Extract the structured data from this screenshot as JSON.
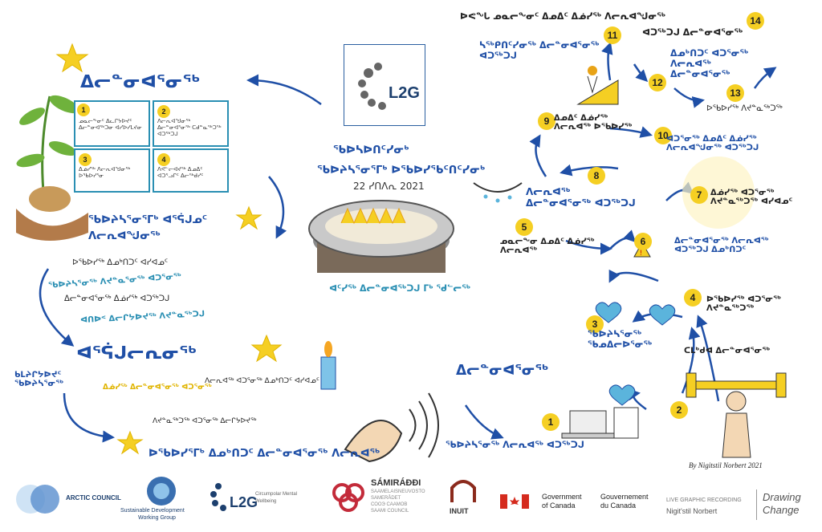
{
  "colors": {
    "blue": "#1f4fa6",
    "teal": "#2a8fb3",
    "yellow": "#f5cf23",
    "heart": "#5bb4dc",
    "arrow": "#1f4fa6"
  },
  "center": {
    "title_line1": "ᖃᐅᓴᐅᑎᑦᓯᓂᒃ",
    "title_line2": "ᖃᐅᔨᓴᕐᓂᕐᒥᒃ ᐅᖃᐅᓯᖃᑦᑎᑦᓯᓂᒃ",
    "date": "22 ᓯᑎᐱᕆ 2021",
    "caption": "ᐊᑦᓯᖅ ᐃᓕᓐᓂᐊᖅᑐᒍ ᒥᒃ ᖁᓪᓕᖅ"
  },
  "logo_l2g": "L2G",
  "left": {
    "heading": "ᐃᓕᓐᓂᐊᕐᓂᖅ",
    "box1_text": "ᓄᓇᓕᖕᓂᑦ ᐃᓚᒋᔭᐅᔪᑦ ᐃᓕᓐᓂᐊᖅᑐᓂ ᐊᓯᐅᓯᒪᔪᓂ",
    "box2_text": "ᐱᓕᕆᐊᖑᓂᖅ ᐃᓕᓐᓂᐊᕐᓂᖅ ᑕᑯᓐᓇᖅᑐᖅ ᐊᑐᖅᑐᒍ",
    "box3_text": "ᐃᓅᓯᖅ ᐱᓕᕆᐊᖑᓂᖅ ᐅᖃᐅᓯᕐᓂ",
    "box4_text": "ᐱᕙᓪᓕᐊᔪᖅ ᐃᓄᐃᑦ ᐊᑐᕐᓗᒋᑦ ᐃᓕᖅᑯᓯᑦ",
    "sub_heading": "ᖃᐅᔨᓴᕐᓂᕐᒥᒃ ᐊᕐᕌᒍᓄᑦ ᐱᓕᕆᐊᖑᓂᖅ",
    "flow_line1": "ᐅᖃᐅᓯᖅ ᐃᓄᒃᑎᑐᑦ ᐊᓯᐊᓄᑦ",
    "flow_line2": "ᖃᐅᔨᓴᕐᓂᖅ ᐱᔪᓐᓇᕐᓂᖅ ᐊᑐᕐᓂᖅ",
    "flow_line3": "ᐃᓕᓐᓂᐊᕐᓂᖅ ᐃᓅᓯᖅ ᐊᑐᖅᑐᒍ",
    "flow_line4": "ᐊᑎᐅᑉ ᐃᓕᒋᔭᐅᔪᖅ ᐱᔪᓐᓇᖅᑐᒍ",
    "heading2": "ᐊᕐᕌᒍᓕᕆᓂᖅ",
    "left_note": "ᑲᒪᔨᒋᔭᐅᔪᑦ ᖃᐅᔨᓴᕐᓂᖅ",
    "yellow_line": "ᐃᓅᓯᖅ ᐃᓕᓐᓂᐊᕐᓂᖅ ᐊᑐᕐᓂᖅ",
    "mid_note": "ᐱᓕᕆᐊᖅ ᐊᑐᕐᓂᖅ ᐃᓄᒃᑎᑐᑦ ᐊᓯᐊᓄᑦ",
    "bottom_line": "ᐅᖃᐅᓯᕐᒥᒃ ᐃᓄᒃᑎᑐᑦ ᐃᓕᓐᓂᐊᕐᓂᖅ ᐱᓕᕆᐊᖅ",
    "dark_note": "ᐱᔪᓐᓇᖅᑐᖅ ᐊᑐᕐᓂᖅ ᐃᓕᒋᔭᐅᔪᖅ"
  },
  "right": {
    "top_line": "ᐅᕙᖓ ᓄᓇᓕᖕᓂᑦ ᐃᓄᐃᑦ ᐃᓅᓯᖅ ᐱᓕᕆᐊᖑᓂᖅ",
    "top_line2": "ᐊᑐᖅᑐᒍ ᐃᓕᓐᓂᐊᕐᓂᖅ",
    "n11_text": "ᓴᖅᑭᑎᑦᓯᓂᖅ ᐃᓕᓐᓂᐊᕐᓂᖅ ᐊᑐᖅᑐᒍ",
    "n12_text": "ᐃᓄᒃᑎᑐᑦ ᐊᑐᕐᓂᖅ ᐱᓕᕆᐊᖅ ᐃᓕᓐᓂᐊᕐᓂᖅ",
    "n13_text": "ᐅᖃᐅᓯᖅ ᐱᔪᓐᓇᖅᑐᖅ",
    "n9_text": "ᐃᓄᐃᑦ ᐃᓅᓯᖅ ᐱᓕᕆᐊᖅ ᐅᖃᐅᓯᖅ",
    "n10_text": "ᐊᑐᕐᓂᖅ ᐃᓄᐃᑦ ᐃᓅᓯᖅ ᐱᓕᕆᐊᖑᓂᖅ ᐊᑐᖅᑐᒍ",
    "n8_text": "ᐱᓕᕆᐊᖅ ᐃᓕᓐᓂᐊᕐᓂᖅ ᐊᑐᖅᑐᒍ",
    "n7_text": "ᐃᓅᓯᖅ ᐊᑐᕐᓂᖅ ᐱᔪᓐᓇᖅᑐᖅ ᐊᓯᐊᓄᑦ",
    "n5_text": "ᓄᓇᓕᖕᓂ ᐃᓄᐃᑦ ᐃᓅᓯᖅ ᐱᓕᕆᐊᖅ",
    "n6_text": "ᐃᓕᓐᓂᐊᕐᓂᖅ ᐱᓕᕆᐊᖅ ᐊᑐᖅᑐᒍ ᐃᓄᒃᑎᑐᑦ",
    "n4_text": "ᐅᖃᐅᓯᖅ ᐊᑐᕐᓂᖅ ᐱᔪᓐᓇᖅᑐᖅ",
    "n3_text": "ᖃᐅᔨᓴᕐᓂᖅ ᖃᓄᐃᓕᐅᕐᓂᖅ",
    "heading3": "ᐃᓕᓐᓂᐊᕐᓂᖅ",
    "n1_text": "ᖃᐅᔨᓴᕐᓂᖅ ᐱᓕᕆᐊᖅ ᐊᑐᖅᑐᒍ",
    "n2_text": "ᑕᒪᒃᑯᐊ ᐃᓕᓐᓂᐊᕐᓂᖅ",
    "signature": "By Nigitstil Norbert 2021"
  },
  "footer": {
    "arctic": "ARCTIC COUNCIL",
    "sdwg_line1": "Sustainable Development",
    "sdwg_line2": "Working Group",
    "l2g": "L2G",
    "l2g_sub": "Circumpolar Mental Wellbeing",
    "sami_title": "SÁMIRÁÐÐI",
    "sami_l1": "SAAMELAISNEUVOSTO",
    "sami_l2": "SAMERÅDET",
    "sami_l3": "СООЭ СААМОВ",
    "sami_l4": "SAAMI COUNCIL",
    "inuit": "INUIT",
    "gc_en1": "Government",
    "gc_en2": "of Canada",
    "gc_fr1": "Gouvernement",
    "gc_fr2": "du Canada",
    "lgr": "LIVE GRAPHIC RECORDING",
    "artist": "Nigit'stil Norbert",
    "dc1": "Drawing",
    "dc2": "Change"
  }
}
